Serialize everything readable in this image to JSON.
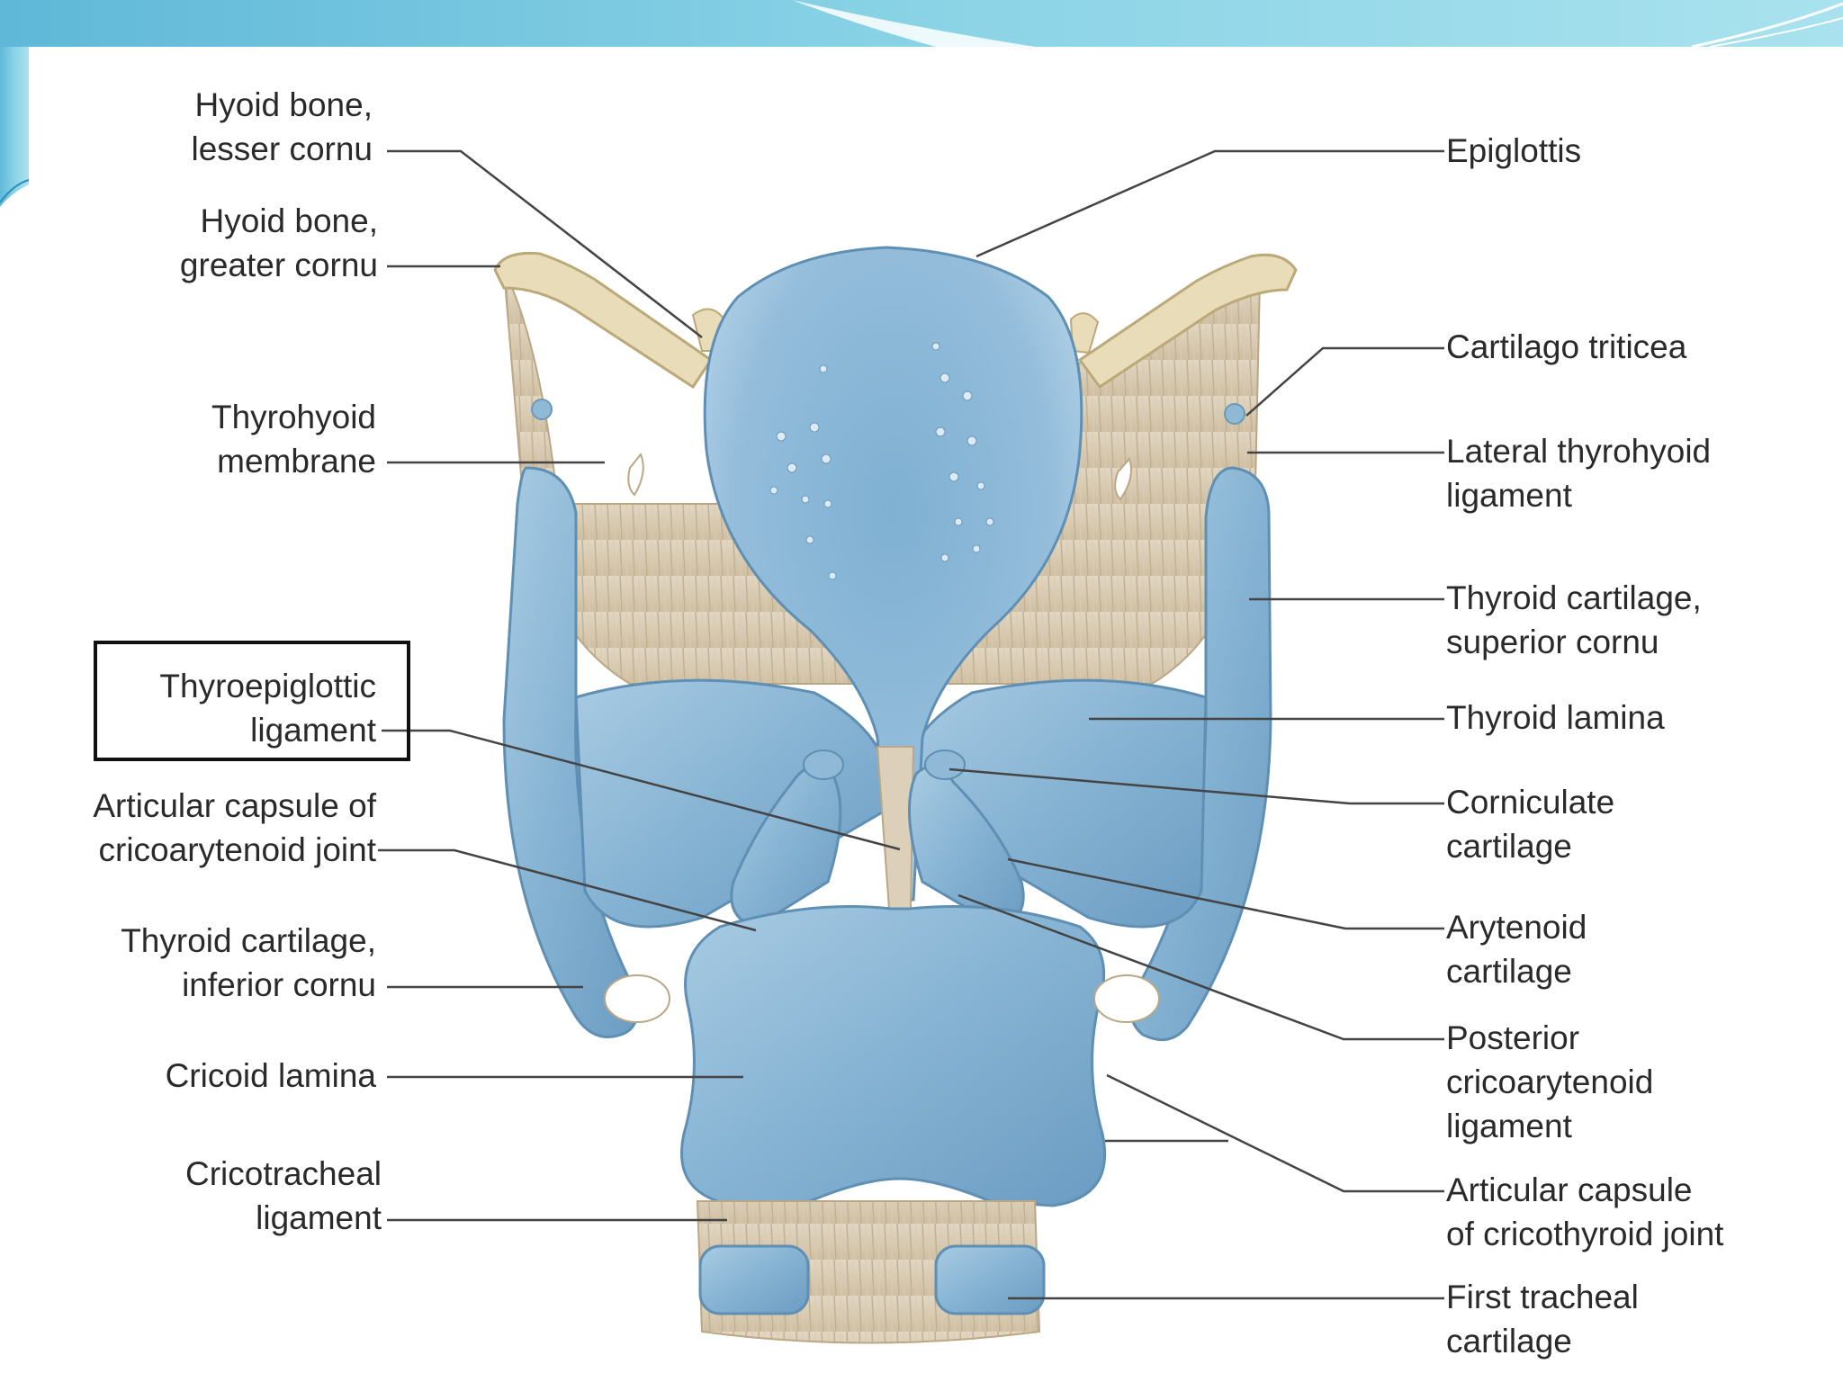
{
  "colors": {
    "slide_teal": "#7ccde0",
    "cartilage_blue": "#8fb9d6",
    "cartilage_dark": "#5f8fb3",
    "membrane_beige": "#ddd0bb",
    "bone_cream": "#e9dcb8",
    "leader_line": "#444444",
    "label_text": "#2a2a2a"
  },
  "labels_left": [
    {
      "id": "hyoid-lesser-cornu",
      "text": "Hyoid bone,\nlesser cornu"
    },
    {
      "id": "hyoid-greater-cornu",
      "text": "Hyoid bone,\ngreater cornu"
    },
    {
      "id": "thyrohyoid-membrane",
      "text": "Thyrohyoid\nmembrane"
    },
    {
      "id": "thyroepiglottic-ligament",
      "text": "Thyroepiglottic\nligament"
    },
    {
      "id": "articular-capsule-cricoarytenoid",
      "text": "Articular capsule of\ncricoarytenoid joint"
    },
    {
      "id": "thyroid-inferior-cornu",
      "text": "Thyroid cartilage,\ninferior cornu"
    },
    {
      "id": "cricoid-lamina",
      "text": "Cricoid lamina"
    },
    {
      "id": "cricotracheal-ligament",
      "text": "Cricotracheal\nligament"
    }
  ],
  "labels_right": [
    {
      "id": "epiglottis",
      "text": "Epiglottis"
    },
    {
      "id": "cartilago-triticea",
      "text": "Cartilago triticea"
    },
    {
      "id": "lateral-thyrohyoid-ligament",
      "text": "Lateral thyrohyoid\nligament"
    },
    {
      "id": "thyroid-superior-cornu",
      "text": "Thyroid cartilage,\nsuperior cornu"
    },
    {
      "id": "thyroid-lamina",
      "text": "Thyroid lamina"
    },
    {
      "id": "corniculate-cartilage",
      "text": "Corniculate\ncartilage"
    },
    {
      "id": "arytenoid-cartilage",
      "text": "Arytenoid\ncartilage"
    },
    {
      "id": "posterior-cricoarytenoid-ligament",
      "text": "Posterior\ncricoarytenoid\nligament"
    },
    {
      "id": "articular-capsule-cricothyroid",
      "text": "Articular capsule\nof cricothyroid joint"
    },
    {
      "id": "first-tracheal-cartilage",
      "text": "First tracheal\ncartilage"
    }
  ],
  "highlighted_label": "thyroepiglottic-ligament"
}
